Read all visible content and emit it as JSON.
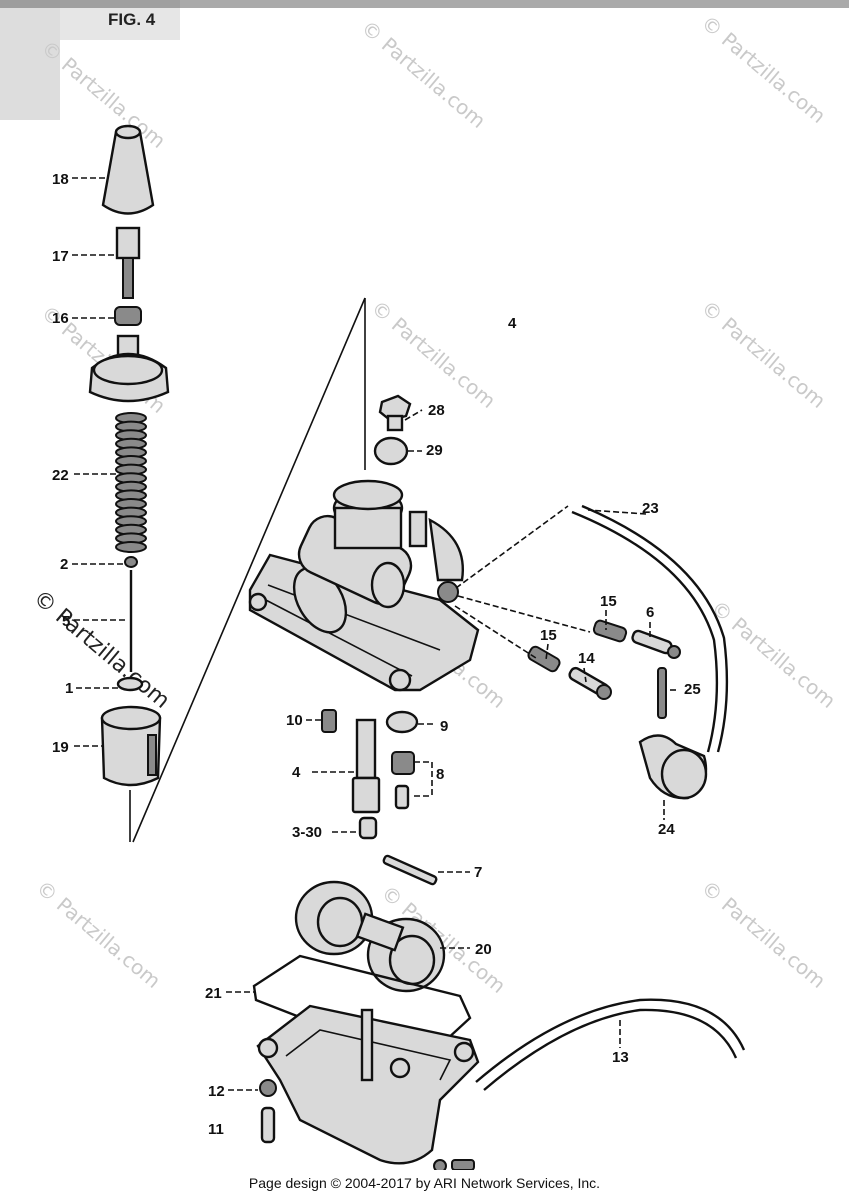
{
  "figure_label": "FIG. 4",
  "footer": "Page design © 2004-2017 by ARI Network Services, Inc.",
  "watermark": "© Partzilla.com",
  "callouts": {
    "c18": "18",
    "c17": "17",
    "c16": "16",
    "c22": "22",
    "c2": "2",
    "c5": "5",
    "c1": "1",
    "c19": "19",
    "c4top": "4",
    "c28": "28",
    "c29": "29",
    "c23": "23",
    "c15a": "15",
    "c6": "6",
    "c15b": "15",
    "c14": "14",
    "c25": "25",
    "c24": "24",
    "c10": "10",
    "c9": "9",
    "c4": "4",
    "c8": "8",
    "c3": "3-30",
    "c7": "7",
    "c20": "20",
    "c21": "21",
    "c13": "13",
    "c12": "12",
    "c11": "11"
  },
  "colors": {
    "ink": "#111111",
    "watermark": "#c9c9c9",
    "part_fill": "#d9d9d9"
  }
}
